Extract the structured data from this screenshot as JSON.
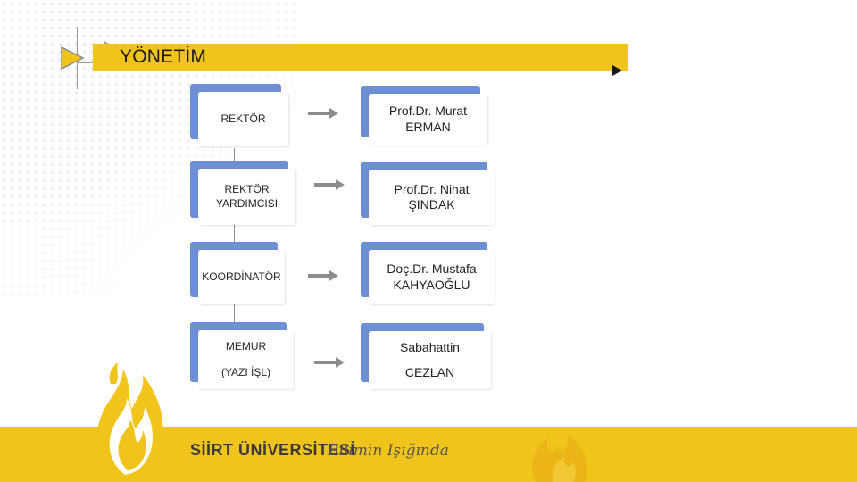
{
  "header": {
    "title": "YÖNETİM"
  },
  "chart": [
    {
      "role": "REKTÖR",
      "name_line1": "Prof.Dr. Murat",
      "name_line2": "ERMAN"
    },
    {
      "role_line1": "REKTÖR",
      "role_line2": "YARDIMCISI",
      "name_line1": "Prof.Dr. Nihat",
      "name_line2": "ŞINDAK"
    },
    {
      "role": "KOORDİNATÖR",
      "name_line1": "Doç.Dr. Mustafa",
      "name_line2": "KAHYAOĞLU"
    },
    {
      "role_line1": "MEMUR",
      "role_line2": "(YAZI İŞL)",
      "name_line1": "Sabahattin",
      "name_line2": "CEZLAN"
    }
  ],
  "footer": {
    "brand": "SİİRT ÜNİVERSİTESİ",
    "slogan": "Bilimin Işığında"
  },
  "colors": {
    "accent_yellow": "#f1c41c",
    "node_blue": "#6d8fd3",
    "arrow_gray": "#8c8c8c"
  },
  "icons": [
    "play-triangle-icon",
    "arrow-right-icon",
    "flame-logo-icon"
  ]
}
